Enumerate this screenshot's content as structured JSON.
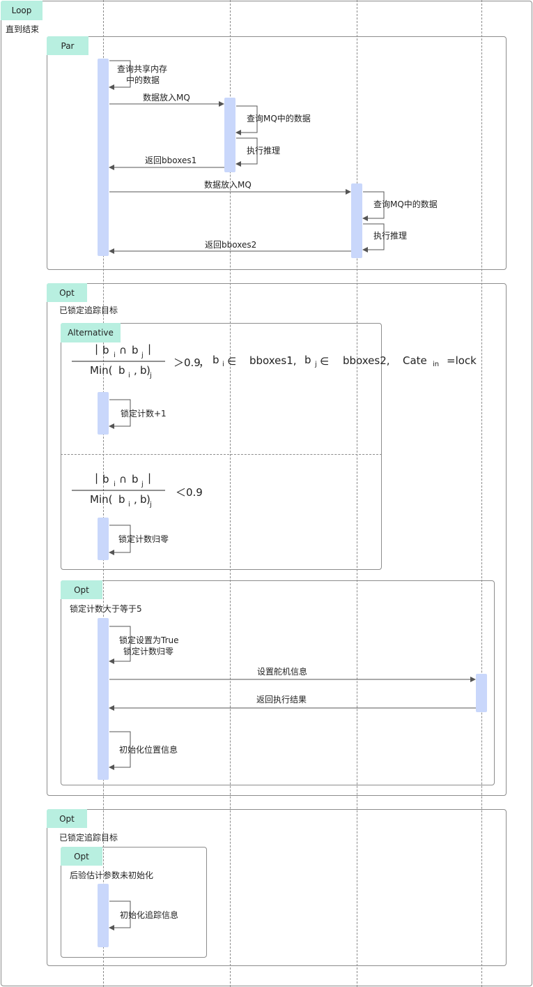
{
  "loop": {
    "tag": "Loop",
    "condition": "直到结束"
  },
  "par": {
    "tag": "Par",
    "self_query_line1": "查询共享内存",
    "self_query_line2": "中的数据",
    "to_mq1": "数据放入MQ",
    "mq1_query": "查询MQ中的数据",
    "mq1_infer": "执行推理",
    "return1": "返回bboxes1",
    "to_mq2": "数据放入MQ",
    "mq2_query": "查询MQ中的数据",
    "mq2_infer": "执行推理",
    "return2": "返回bboxes2"
  },
  "opt1": {
    "tag": "Opt",
    "condition": "已锁定追踪目标",
    "alt": {
      "tag": "Alternative",
      "formula1": {
        "num_bar_left": "|",
        "num_b1": "b",
        "num_i": "i",
        "num_cap": "∩",
        "num_b2": "b",
        "num_j": "j",
        "num_bar_right": "|",
        "den_min": "Min(",
        "den_b1": "b",
        "den_i": "i",
        "den_comma": ",",
        "den_b2": "b",
        "den_paren": ")",
        "den_j": "j",
        "gt": "＞0.9",
        "comma1": "，",
        "bi": "b",
        "bi_sub": "i",
        "in1": "∈",
        "set1": "bboxes1,",
        "bj": "b",
        "bj_sub": "j",
        "in2": "∈",
        "set2": "bboxes2,",
        "cate": "Cate",
        "cate_sub": "in",
        "eq": "=lock"
      },
      "branch1_action": "锁定计数+1",
      "formula2": {
        "num_bar_left": "|",
        "num_b1": "b",
        "num_i": "i",
        "num_cap": "∩",
        "num_b2": "b",
        "num_j": "j",
        "num_bar_right": "|",
        "den_min": "Min(",
        "den_b1": "b",
        "den_i": "i",
        "den_comma": ",",
        "den_b2": "b",
        "den_paren": ")",
        "den_j": "j",
        "lt": "＜0.9"
      },
      "branch2_action": "锁定计数归零"
    },
    "opt_inner": {
      "tag": "Opt",
      "condition": "锁定计数大于等于5",
      "self1_line1": "锁定设置为True",
      "self1_line2": "锁定计数归零",
      "to_servo": "设置舵机信息",
      "return_servo": "返回执行结果",
      "self2": "初始化位置信息"
    }
  },
  "opt2": {
    "tag": "Opt",
    "condition": "已锁定追踪目标",
    "opt_inner": {
      "tag": "Opt",
      "condition": "后验估计参数未初始化",
      "self": "初始化追踪信息"
    }
  },
  "colors": {
    "tag_bg": "#b8efe0",
    "activation": "#c9d7fb",
    "frame": "#8c8c8c",
    "arrow": "#555555"
  }
}
